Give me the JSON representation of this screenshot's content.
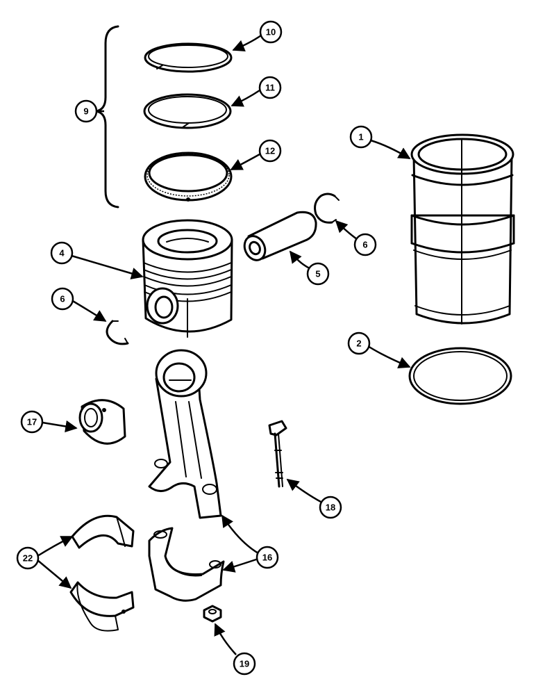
{
  "callouts": {
    "c1": "1",
    "c2": "2",
    "c4": "4",
    "c5": "5",
    "c6a": "6",
    "c6b": "6",
    "c9": "9",
    "c10": "10",
    "c11": "11",
    "c12": "12",
    "c16": "16",
    "c17": "17",
    "c18": "18",
    "c19": "19",
    "c22": "22"
  }
}
